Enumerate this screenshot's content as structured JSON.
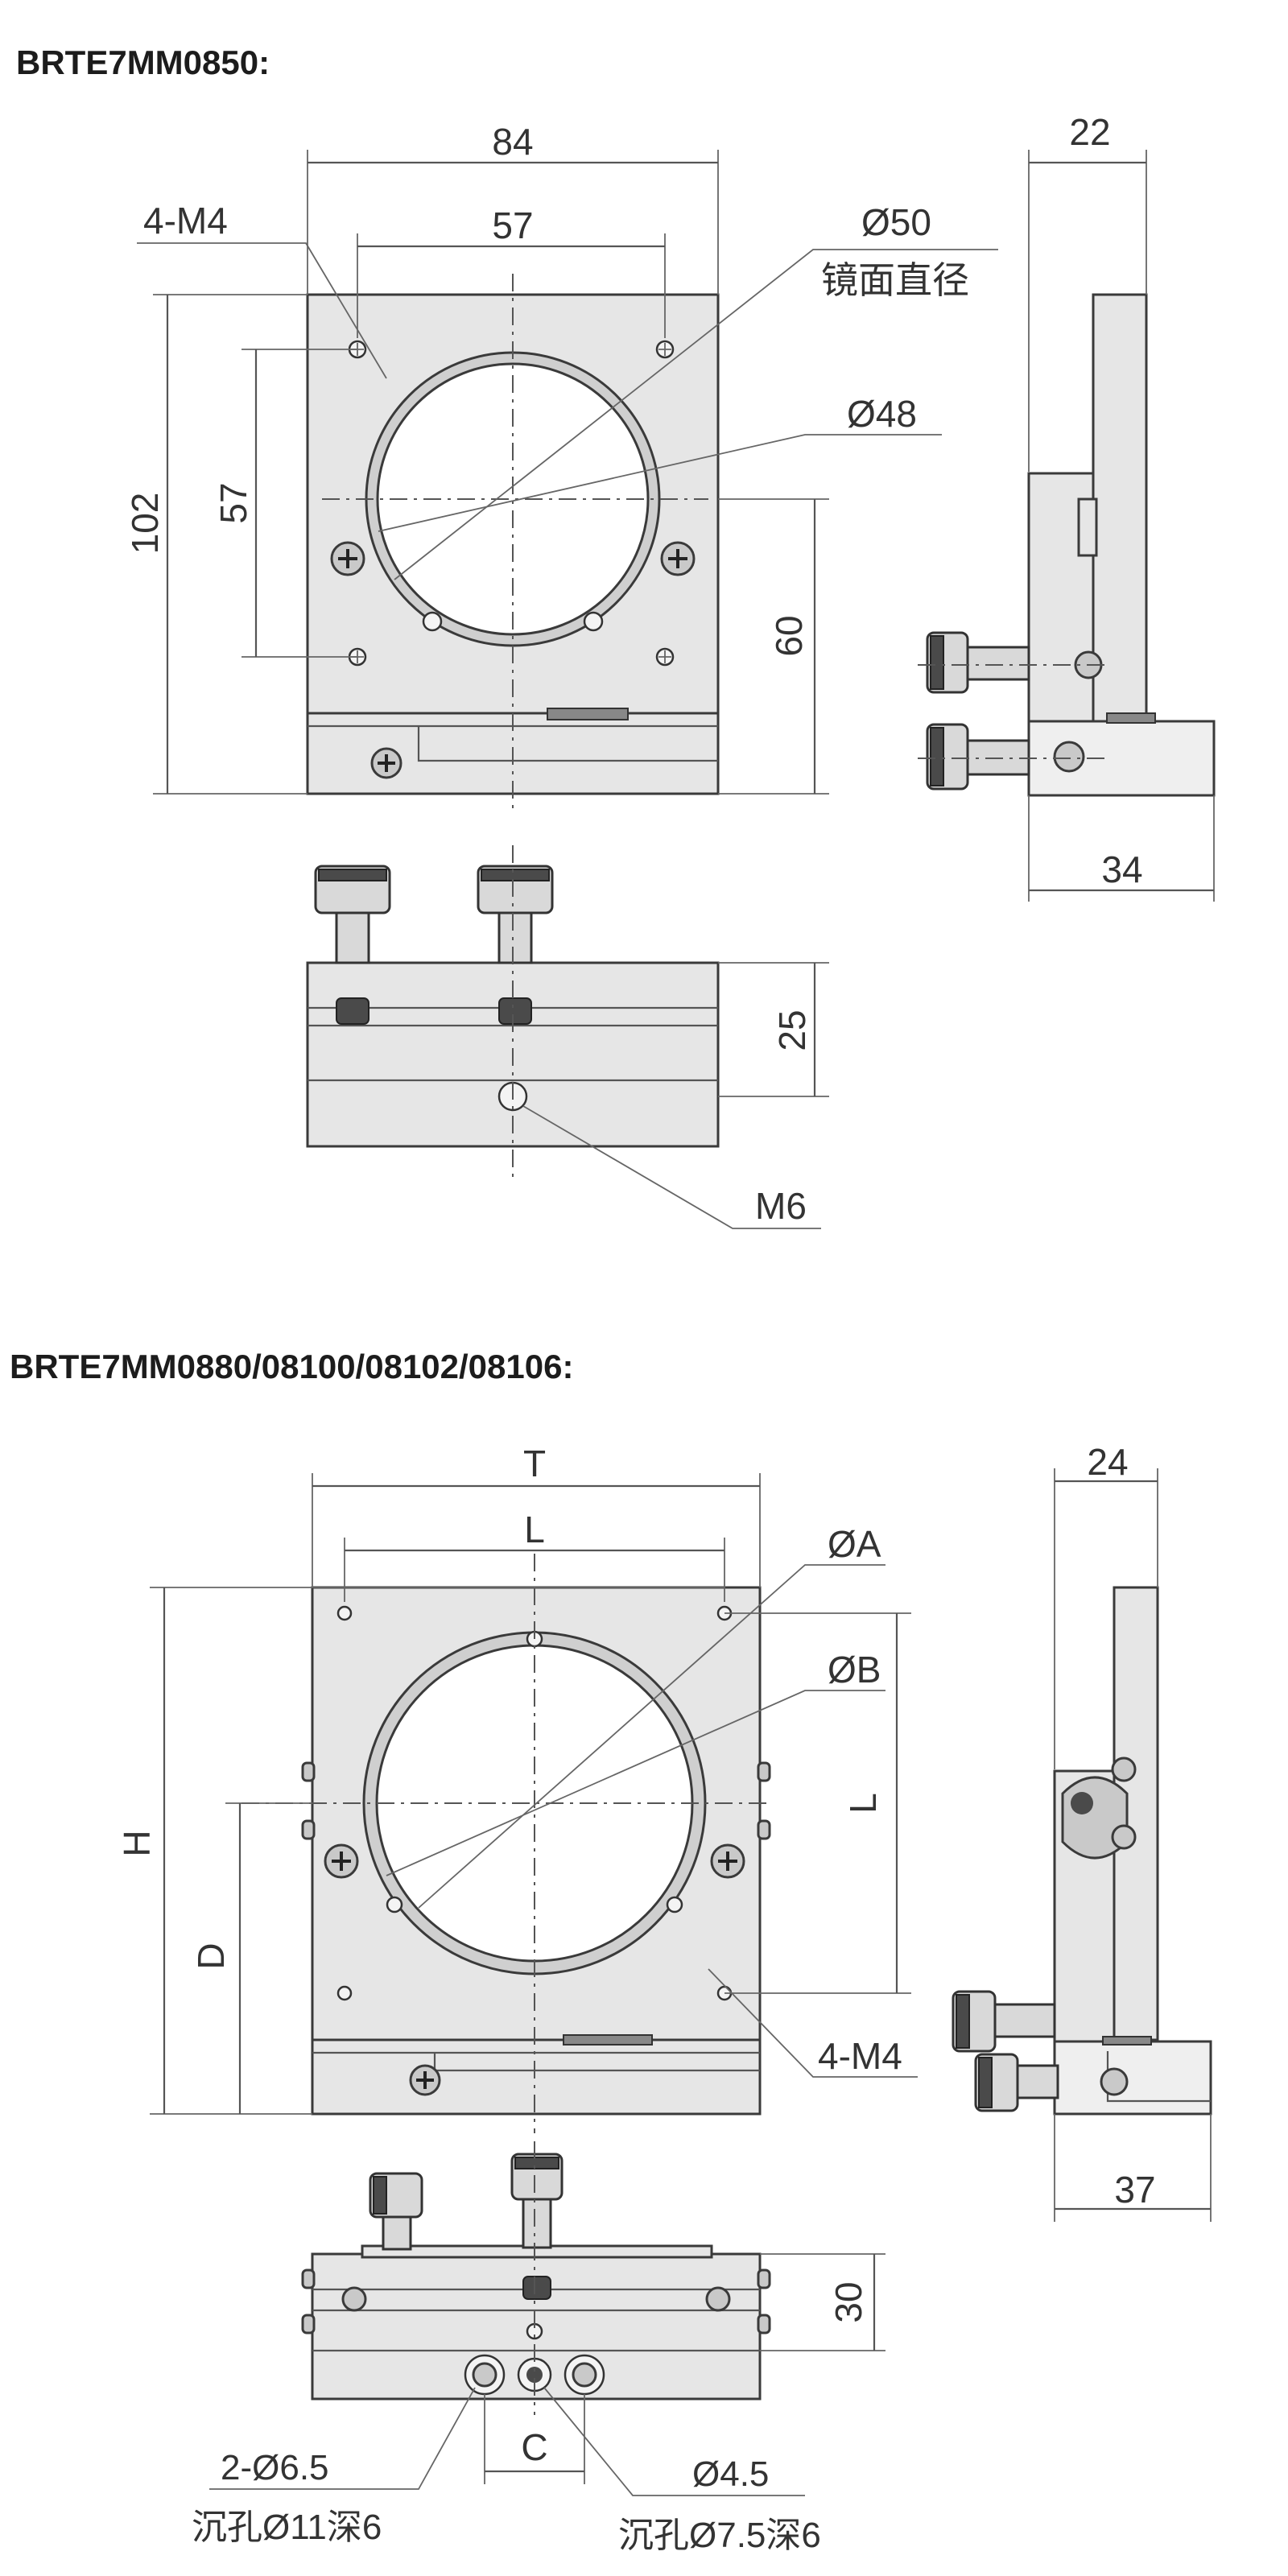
{
  "section1": {
    "title": "BRTE7MM0850:",
    "front": {
      "width": "84",
      "hole_spacing_x": "57",
      "hole_spacing_y": "57",
      "height": "102",
      "center_height": "60",
      "mount_holes": "4-M4",
      "clear_aperture": "Ø50",
      "clear_aperture_note": "镜面直径",
      "optic_diameter": "Ø48"
    },
    "side": {
      "thickness_top": "22",
      "depth_base": "34"
    },
    "bottom": {
      "base_height": "25",
      "thread": "M6"
    }
  },
  "section2": {
    "title": "BRTE7MM0880/08100/08102/08106:",
    "front": {
      "width": "T",
      "hole_spacing_x": "L",
      "hole_spacing_y": "L",
      "height": "H",
      "center_height": "D",
      "clear_aperture": "ØA",
      "optic_diameter": "ØB",
      "mount_holes": "4-M4"
    },
    "side": {
      "thickness_top": "24",
      "depth_base": "37"
    },
    "bottom": {
      "base_height": "30",
      "spacing": "C",
      "counterbore_1_line1": "2-Ø6.5",
      "counterbore_1_line2": "沉孔Ø11深6",
      "counterbore_2_line1": "Ø4.5",
      "counterbore_2_line2": "沉孔Ø7.5深6"
    }
  },
  "icons": {
    "screw": "cross-recess-screw-icon",
    "knob": "adjuster-knob-icon"
  }
}
